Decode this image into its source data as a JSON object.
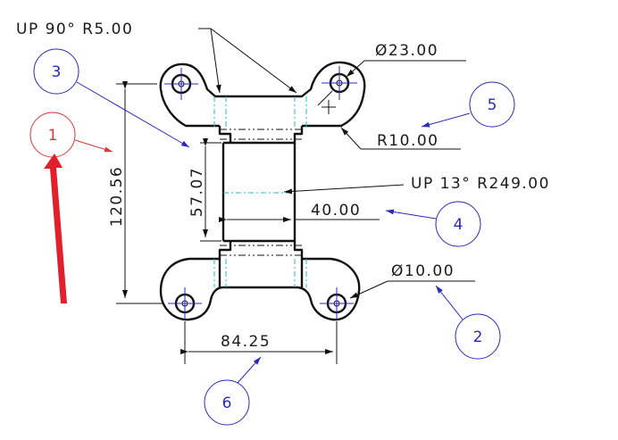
{
  "annotations": {
    "bend_callout": "UP 90° R5.00",
    "hole_large": "Ø23.00",
    "hole_small": "Ø10.00",
    "radius": "R10.00",
    "bend_center": "UP 13° R249.00",
    "width_inner": "40.00",
    "height_total": "120.56",
    "height_inner": "57.07",
    "width_holes": "84.25"
  },
  "bubbles": [
    {
      "label": "1",
      "color": "#d43a3a"
    },
    {
      "label": "2",
      "color": "#2a2ab8"
    },
    {
      "label": "3",
      "color": "#2a2ab8"
    },
    {
      "label": "4",
      "color": "#2a2ab8"
    },
    {
      "label": "5",
      "color": "#2a2ab8"
    },
    {
      "label": "6",
      "color": "#2a2ab8"
    }
  ],
  "colors": {
    "bubble_blue": "#2a2ab8",
    "bubble_red": "#d43a3a",
    "centerline_cyan": "#29b8c8",
    "highlight_arrow": "#e0202a"
  }
}
